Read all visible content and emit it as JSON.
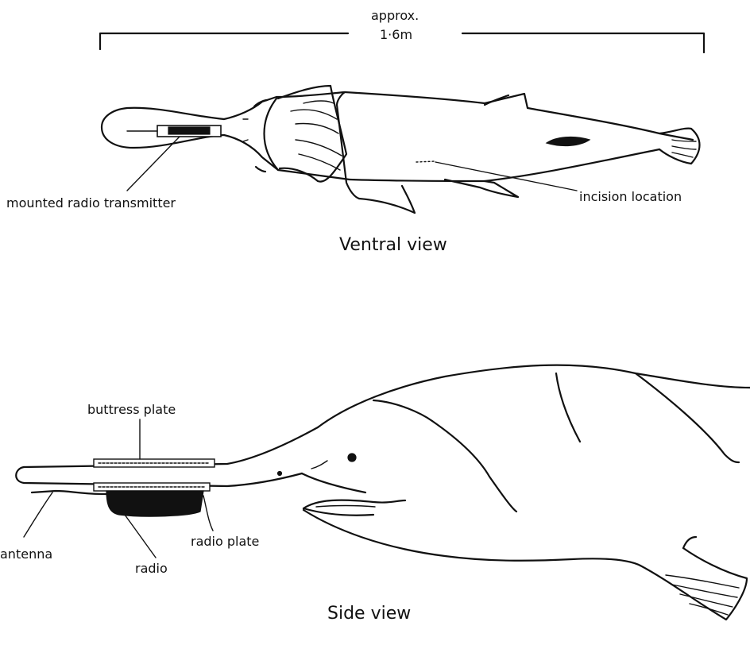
{
  "scale": {
    "line1": "approx.",
    "line2": "1·6m"
  },
  "ventral": {
    "caption": "Ventral view",
    "transmitter_label": "mounted radio transmitter",
    "incision_label": "incision location"
  },
  "side": {
    "caption": "Side view",
    "buttress_label": "buttress plate",
    "antenna_label": "antenna",
    "radio_label": "radio",
    "radio_plate_label": "radio plate"
  },
  "colors": {
    "ink": "#111111",
    "paper": "#ffffff"
  }
}
